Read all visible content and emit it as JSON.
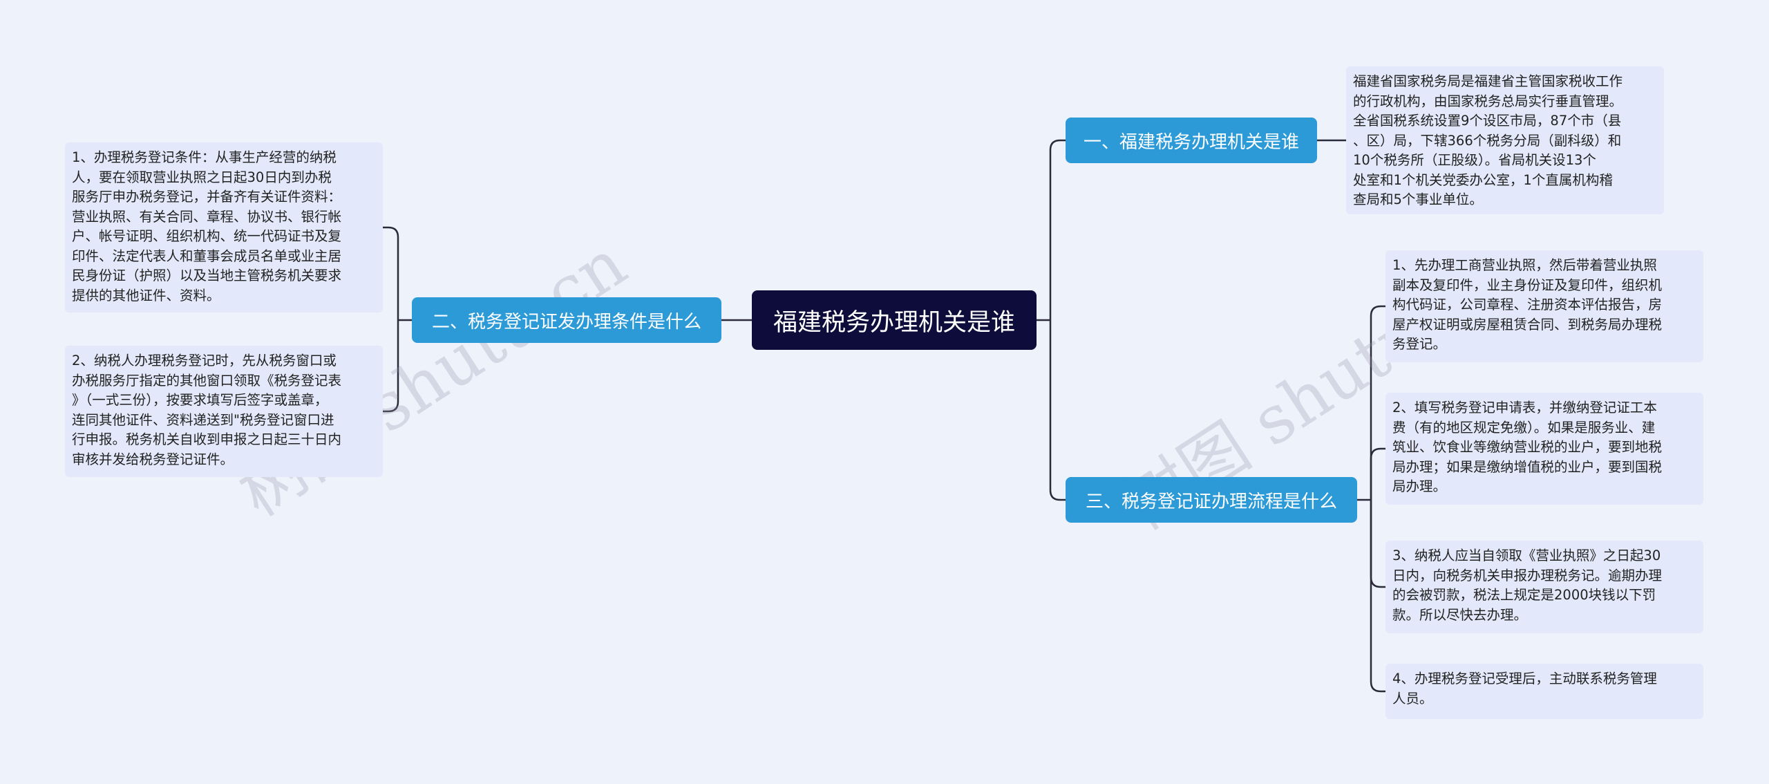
{
  "root": {
    "title": "福建税务办理机关是谁"
  },
  "branches": [
    {
      "label": "一、福建税务办理机关是谁",
      "leaves": [
        "福建省国家税务局是福建省主管国家税收工作\n的行政机构，由国家税务总局实行垂直管理。\n全省国税系统设置9个设区市局，87个市（县\n、区）局，下辖366个税务分局（副科级）和\n10个税务所（正股级）。省局机关设13个\n处室和1个机关党委办公室，1个直属机构稽\n查局和5个事业单位。"
      ]
    },
    {
      "label": "二、税务登记证发办理条件是什么",
      "leaves": [
        "1、办理税务登记条件：从事生产经营的纳税\n人，要在领取营业执照之日起30日内到办税\n服务厅申办税务登记，并备齐有关证件资料：\n营业执照、有关合同、章程、协议书、银行帐\n户、帐号证明、组织机构、统一代码证书及复\n印件、法定代表人和董事会成员名单或业主居\n民身份证（护照）以及当地主管税务机关要求\n提供的其他证件、资料。",
        "2、纳税人办理税务登记时，先从税务窗口或\n办税服务厅指定的其他窗口领取《税务登记表\n》（一式三份），按要求填写后签字或盖章，\n连同其他证件、资料递送到\"税务登记窗口进\n行申报。税务机关自收到申报之日起三十日内\n审核并发给税务登记证件。"
      ]
    },
    {
      "label": "三、税务登记证办理流程是什么",
      "leaves": [
        "1、先办理工商营业执照，然后带着营业执照\n副本及复印件，业主身份证及复印件，组织机\n构代码证，公司章程、注册资本评估报告，房\n屋产权证明或房屋租赁合同、到税务局办理税\n务登记。",
        "2、填写税务登记申请表，并缴纳登记证工本\n费（有的地区规定免缴）。如果是服务业、建\n筑业、饮食业等缴纳营业税的业户，要到地税\n局办理；如果是缴纳增值税的业户，要到国税\n局办理。",
        "3、纳税人应当自领取《营业执照》之日起30\n日内，向税务机关申报办理税务记。逾期办理\n的会被罚款，税法上规定是2000块钱以下罚\n款。所以尽快去办理。",
        "4、办理税务登记受理后，主动联系税务管理\n人员。"
      ]
    }
  ],
  "watermarks": [
    "树图 shutu.cn",
    "树图 shutu.cn"
  ],
  "colors": {
    "root": "#0d0c3a",
    "branch": "#2b9ad7",
    "leaf": "#e3e9fa",
    "line": "#2a2a3a"
  }
}
